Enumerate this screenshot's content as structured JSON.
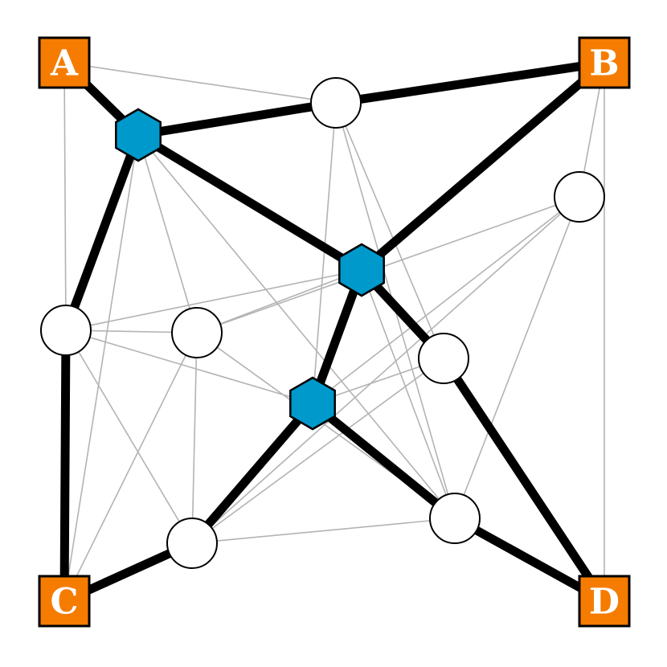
{
  "colors": {
    "terminal_fill": "#f57c00",
    "steiner_fill": "#0099cc",
    "heavy_edge": "#000000",
    "light_edge": "#b3b3b3",
    "circle_fill": "#ffffff"
  },
  "terminals": [
    {
      "id": "A",
      "label": "A"
    },
    {
      "id": "B",
      "label": "B"
    },
    {
      "id": "C",
      "label": "C"
    },
    {
      "id": "D",
      "label": "D"
    }
  ],
  "steiner_nodes": [
    "s1",
    "s2",
    "s3"
  ],
  "circle_nodes": [
    "n1",
    "n2",
    "n3",
    "n4",
    "n5",
    "n6",
    "n7",
    "n8"
  ],
  "heavy_edges": [
    [
      "A",
      "s1"
    ],
    [
      "s1",
      "n1"
    ],
    [
      "n1",
      "B"
    ],
    [
      "s1",
      "s2"
    ],
    [
      "s2",
      "B"
    ],
    [
      "s1",
      "n3"
    ],
    [
      "n3",
      "C"
    ],
    [
      "C",
      "n7"
    ],
    [
      "n7",
      "s3"
    ],
    [
      "s2",
      "s3"
    ],
    [
      "s2",
      "n5"
    ],
    [
      "n5",
      "D"
    ],
    [
      "s3",
      "n8"
    ],
    [
      "n8",
      "D"
    ]
  ],
  "light_edges": [
    [
      "A",
      "n1"
    ],
    [
      "A",
      "n3"
    ],
    [
      "B",
      "n2"
    ],
    [
      "B",
      "D"
    ],
    [
      "C",
      "n4"
    ],
    [
      "C",
      "s1"
    ],
    [
      "n1",
      "s3"
    ],
    [
      "n1",
      "n5"
    ],
    [
      "n1",
      "n8"
    ],
    [
      "n2",
      "n4"
    ],
    [
      "n2",
      "s3"
    ],
    [
      "n2",
      "n7"
    ],
    [
      "n2",
      "n8"
    ],
    [
      "s1",
      "n4"
    ],
    [
      "s1",
      "n8"
    ],
    [
      "s2",
      "n3"
    ],
    [
      "s2",
      "n4"
    ],
    [
      "s2",
      "n8"
    ],
    [
      "n3",
      "n4"
    ],
    [
      "n3",
      "s3"
    ],
    [
      "n3",
      "n7"
    ],
    [
      "n4",
      "n8"
    ],
    [
      "n4",
      "n7"
    ],
    [
      "s3",
      "n5"
    ],
    [
      "n5",
      "n7"
    ],
    [
      "n7",
      "n8"
    ]
  ]
}
